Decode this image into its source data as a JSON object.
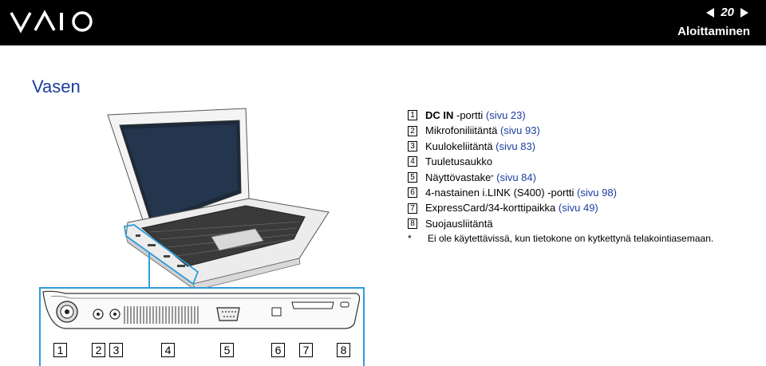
{
  "header": {
    "page_number": "20",
    "section": "Aloittaminen",
    "logo_text": "VAIO"
  },
  "title": "Vasen",
  "legend": [
    {
      "num": "1",
      "label": "DC IN",
      "label_bold": true,
      "text": " -portti ",
      "link": "(sivu 23)"
    },
    {
      "num": "2",
      "text": "Mikrofoniliitäntä ",
      "link": "(sivu 93)"
    },
    {
      "num": "3",
      "text": "Kuulokeliitäntä ",
      "link": "(sivu 83)"
    },
    {
      "num": "4",
      "text": "Tuuletusaukko",
      "link": ""
    },
    {
      "num": "5",
      "text": "Näyttövastake",
      "sup": "*",
      "link": " (sivu 84)"
    },
    {
      "num": "6",
      "text": "4-nastainen i.LINK (S400) -portti ",
      "link": "(sivu 98)"
    },
    {
      "num": "7",
      "text": "ExpressCard/34-korttipaikka ",
      "link": "(sivu 49)"
    },
    {
      "num": "8",
      "text": "Suojausliitäntä",
      "link": ""
    }
  ],
  "footnote": {
    "mark": "*",
    "text": "Ei ole käytettävissä, kun tietokone on kytkettynä telakointiasemaan."
  },
  "diagram_labels": [
    "1",
    "2",
    "3",
    "4",
    "5",
    "6",
    "7",
    "8"
  ],
  "colors": {
    "accent": "#1c3d9e",
    "callout": "#2d9bdc",
    "header_bg": "#000000"
  }
}
